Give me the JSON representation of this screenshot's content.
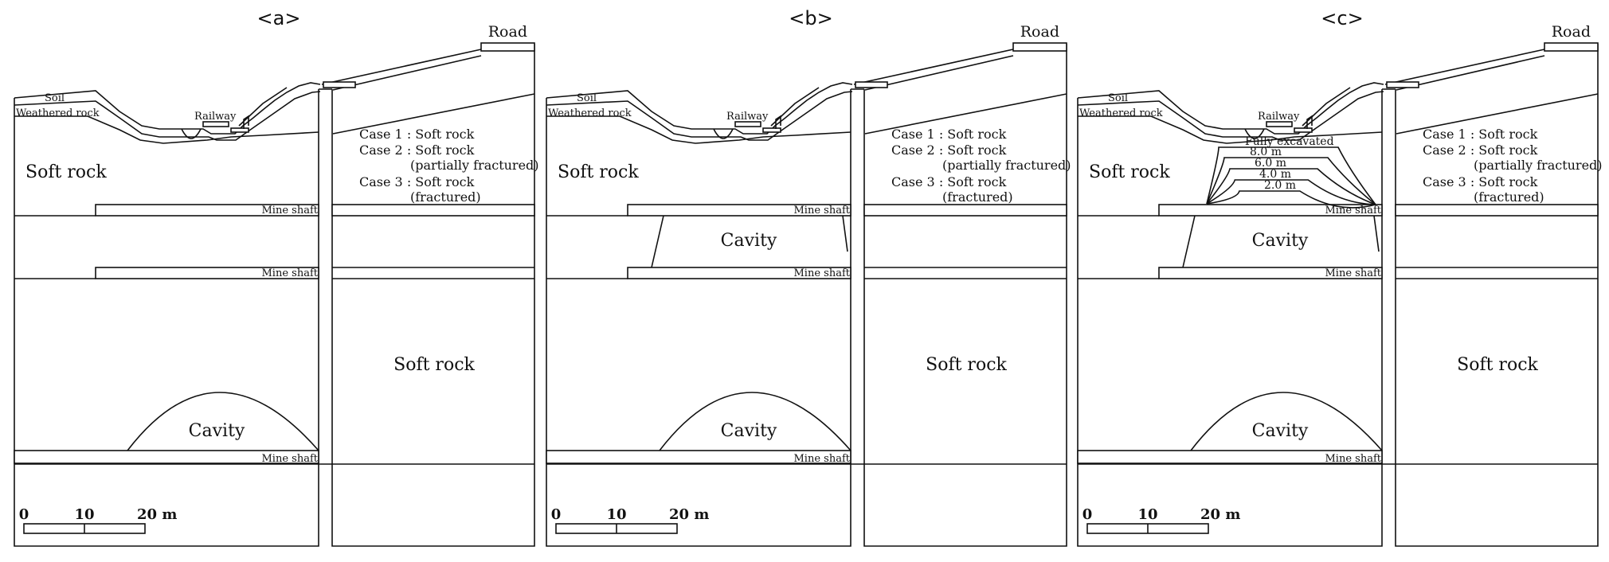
{
  "panels": [
    {
      "id": "a",
      "header": "<a>",
      "road": "Road",
      "soil": "Soil",
      "weathered_rock": "Weathered rock",
      "railway": "Railway",
      "soft_rock_upper": "Soft rock",
      "soft_rock_right": "Soft rock",
      "cases": [
        "Case 1 : Soft rock",
        "Case 2 : Soft rock",
        "(partially fractured)",
        "Case 3 : Soft rock",
        "(fractured)"
      ],
      "mine_shafts": [
        "Mine shaft",
        "Mine shaft",
        "Mine shaft"
      ],
      "cavity_upper": "",
      "cavity_lower": "Cavity",
      "excavation_levels": [],
      "scale": {
        "zero": "0",
        "ten": "10",
        "twenty": "20 m"
      }
    },
    {
      "id": "b",
      "header": "<b>",
      "road": "Road",
      "soil": "Soil",
      "weathered_rock": "Weathered rock",
      "railway": "Railway",
      "soft_rock_upper": "Soft rock",
      "soft_rock_right": "Soft rock",
      "cases": [
        "Case 1 : Soft rock",
        "Case 2 : Soft rock",
        "(partially fractured)",
        "Case 3 : Soft rock",
        "(fractured)"
      ],
      "mine_shafts": [
        "Mine shaft",
        "Mine shaft",
        "Mine shaft"
      ],
      "cavity_upper": "Cavity",
      "cavity_lower": "Cavity",
      "excavation_levels": [],
      "scale": {
        "zero": "0",
        "ten": "10",
        "twenty": "20 m"
      }
    },
    {
      "id": "c",
      "header": "<c>",
      "road": "Road",
      "soil": "Soil",
      "weathered_rock": "Weathered rock",
      "railway": "Railway",
      "soft_rock_upper": "Soft rock",
      "soft_rock_right": "Soft rock",
      "cases": [
        "Case 1 : Soft rock",
        "Case 2 : Soft rock",
        "(partially fractured)",
        "Case 3 : Soft rock",
        "(fractured)"
      ],
      "mine_shafts": [
        "Mine shaft",
        "Mine shaft",
        "Mine shaft"
      ],
      "cavity_upper": "Cavity",
      "cavity_lower": "Cavity",
      "excavation_levels": [
        "Fully excavated",
        "8.0 m",
        "6.0 m",
        "4.0 m",
        "2.0 m"
      ],
      "scale": {
        "zero": "0",
        "ten": "10",
        "twenty": "20 m"
      }
    }
  ]
}
